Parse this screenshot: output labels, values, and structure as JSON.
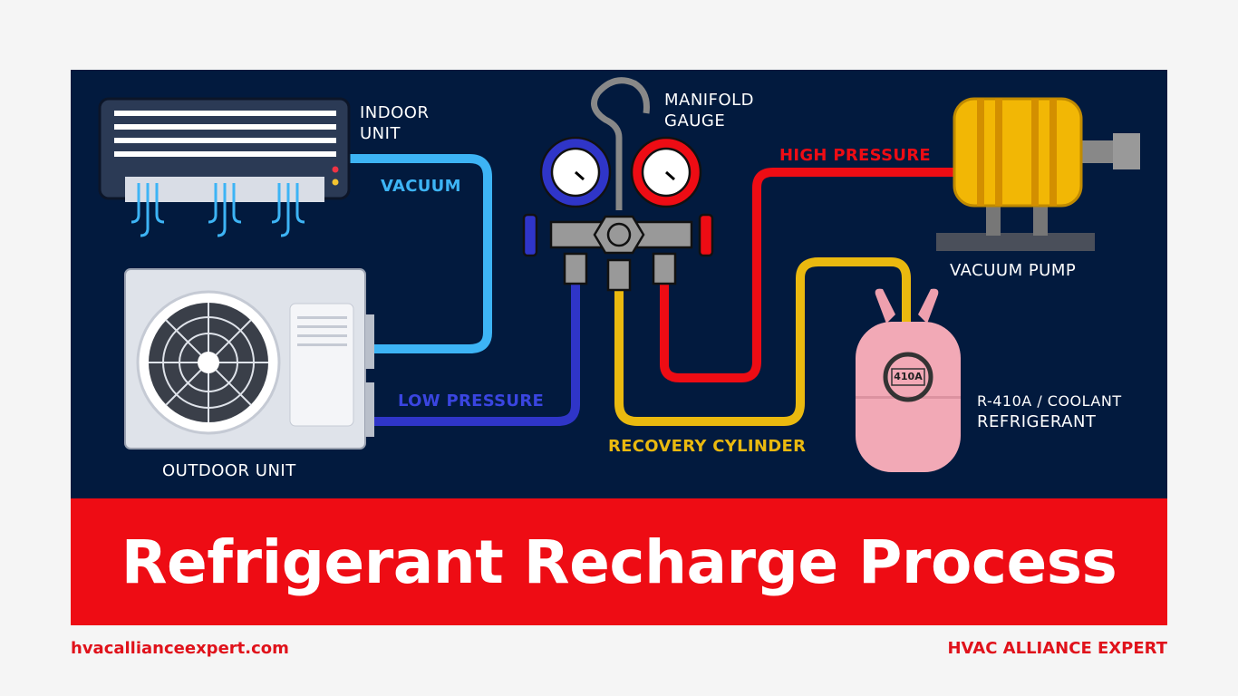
{
  "diagram": {
    "labels": {
      "indoor_unit": [
        "INDOOR",
        "UNIT"
      ],
      "manifold_gauge": [
        "MANIFOLD",
        "GAUGE"
      ],
      "vacuum_pump": "VACUUM PUMP",
      "outdoor_unit": "OUTDOOR UNIT",
      "refrigerant": [
        "R-410A / COOLANT",
        "REFRIGERANT"
      ],
      "tank_label": "410A"
    },
    "hoses": [
      {
        "label": "VACUUM",
        "color": "#3db4f5"
      },
      {
        "label": "LOW PRESSURE",
        "color": "#2f35c8"
      },
      {
        "label": "RECOVERY CYLINDER",
        "color": "#eab90f"
      },
      {
        "label": "HIGH PRESSURE",
        "color": "#ee0c14"
      }
    ]
  },
  "title": "Refrigerant Recharge Process",
  "footer": {
    "website": "hvacallianceexpert.com",
    "brand": "HVAC ALLIANCE EXPERT"
  }
}
